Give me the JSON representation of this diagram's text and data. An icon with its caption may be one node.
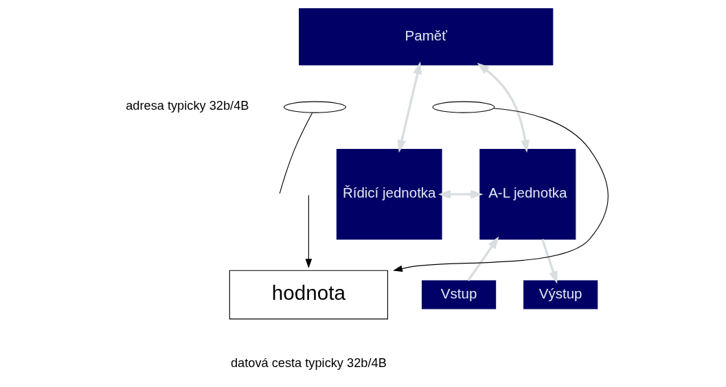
{
  "diagram": {
    "nodes": [
      {
        "text": [
          "Paměť"
        ]
      },
      {
        "text": [
          "Řídicí jednotka"
        ]
      },
      {
        "text": [
          "A-L jednotka"
        ]
      },
      {
        "text": [
          "Vstup"
        ]
      },
      {
        "text": [
          "Výstup"
        ]
      },
      {
        "text": [],
        "shape": "ellipse"
      },
      {
        "text": [],
        "shape": "ellipse"
      },
      {
        "text": [
          "hodnota"
        ]
      }
    ],
    "edges": [
      {
        "from": 0,
        "to": 1,
        "arrow": "both"
      },
      {
        "from": 0,
        "to": 2,
        "arrow": "both"
      },
      {
        "from": 1,
        "to": 2,
        "arrow": "both"
      },
      {
        "from": 3,
        "to": 2,
        "arrow": "to"
      },
      {
        "from": 2,
        "to": 4,
        "arrow": "to"
      },
      {
        "from": 5,
        "to": null,
        "arrow": "none",
        "color": "#000000"
      },
      {
        "from": null,
        "to": 7,
        "arrow": "to",
        "color": "#000000"
      },
      {
        "from": 6,
        "to": 7,
        "arrow": "to",
        "color": "#000000"
      }
    ],
    "labels": [
      "adresa typicky 32b/4B",
      "datová cesta typicky 32b/4B"
    ]
  }
}
